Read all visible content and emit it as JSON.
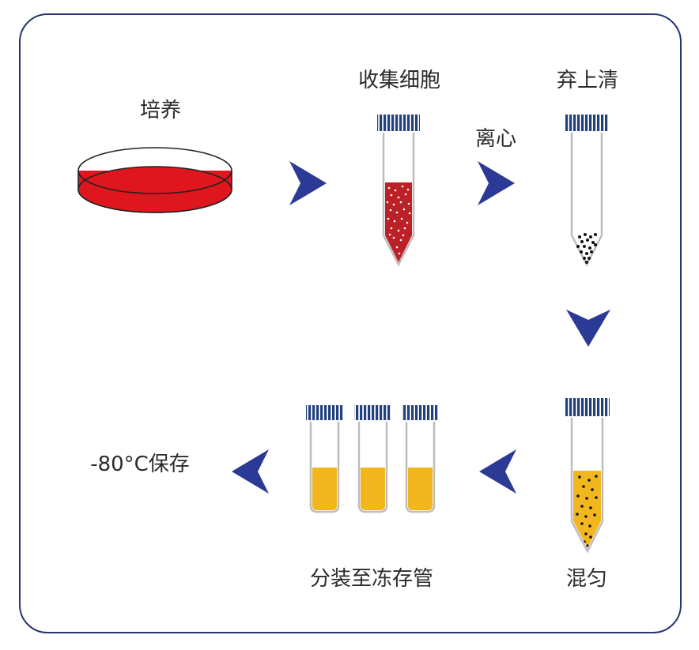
{
  "steps": {
    "culture": "培养",
    "collect": "收集细胞",
    "centrifuge": "离心",
    "discard": "弃上清",
    "mix": "混匀",
    "aliquot": "分装至冻存管",
    "store": "-80°C保存"
  },
  "colors": {
    "border": "#26356b",
    "arrow": "#2b3a94",
    "cap": "#23407e",
    "medium_red": "#e0161e",
    "cells_red": "#bb2126",
    "freeze_medium": "#f2b61e",
    "tube_outline": "#bdbdbd"
  }
}
